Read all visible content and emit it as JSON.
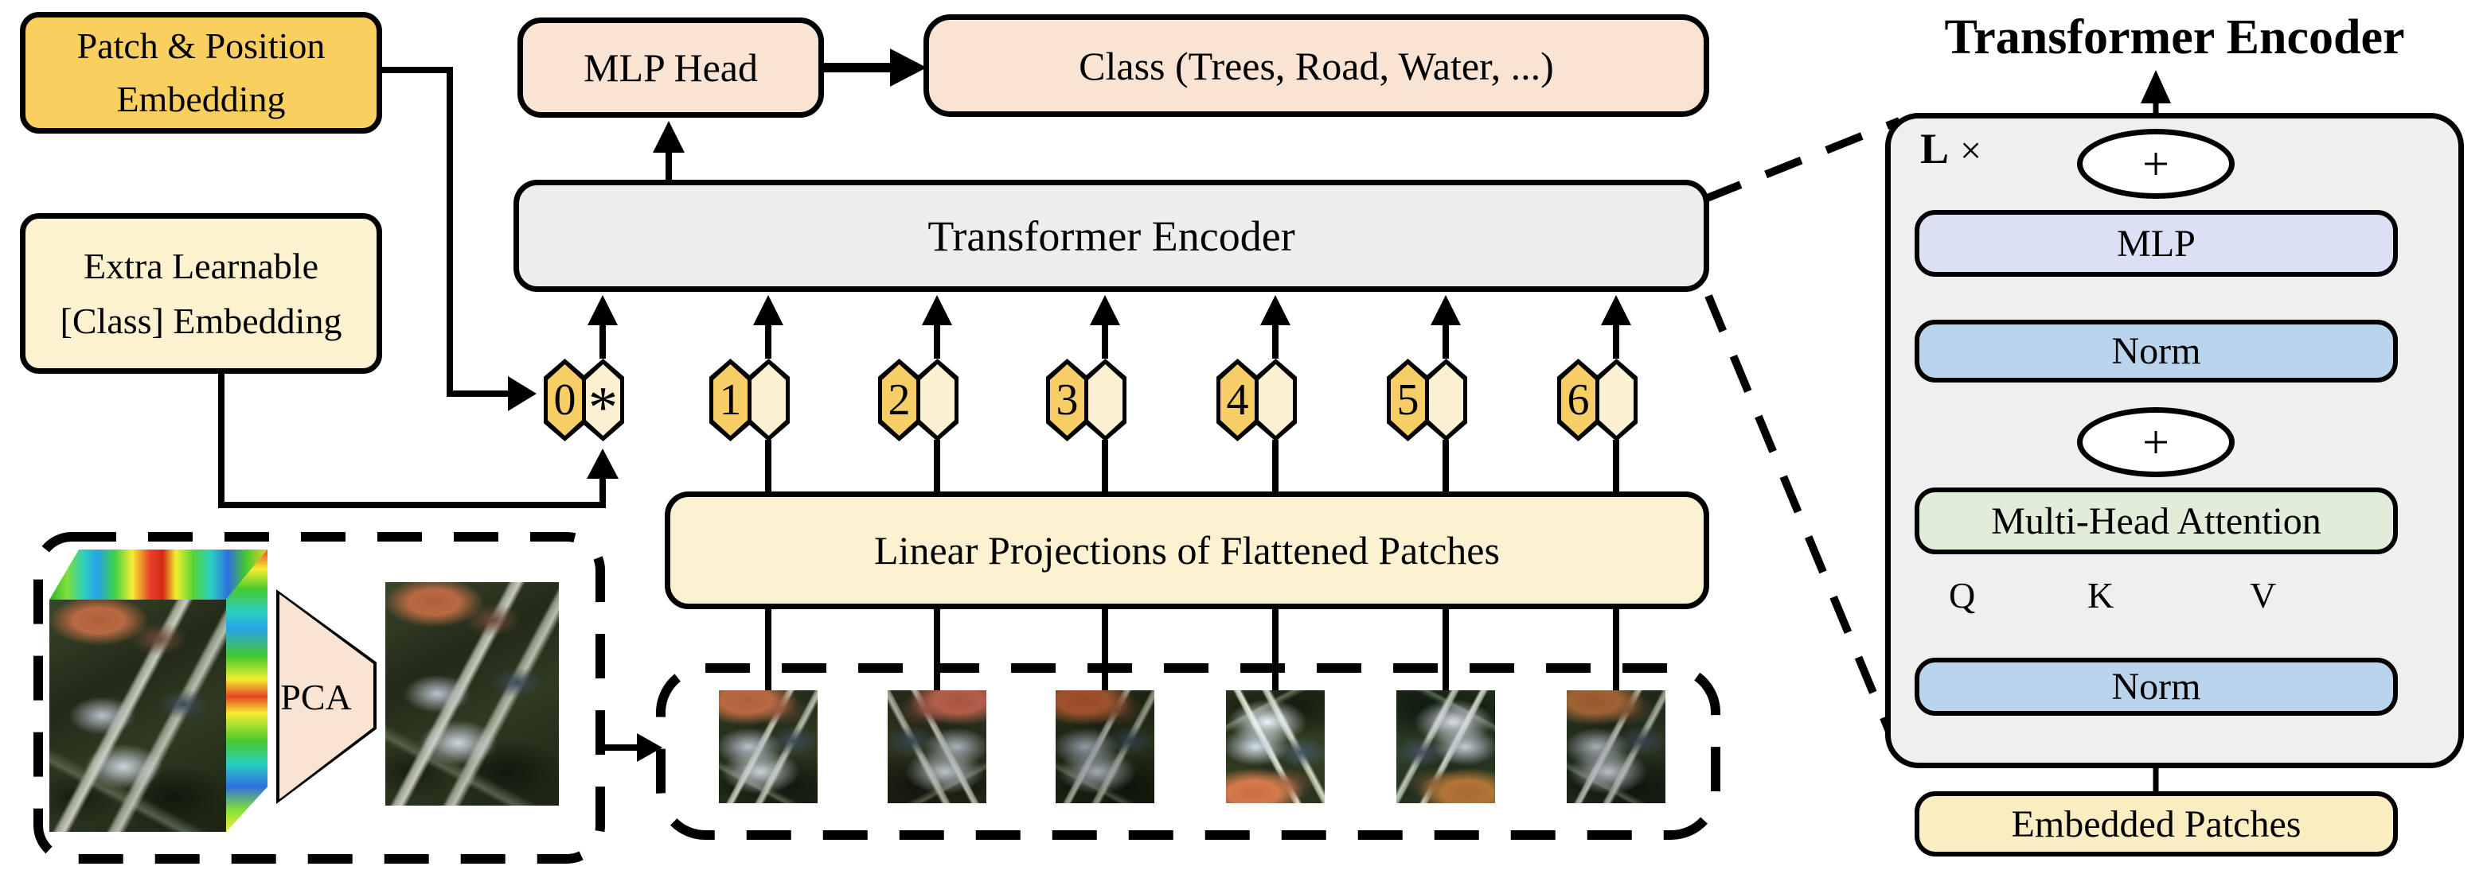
{
  "boxes": {
    "patch_position": "Patch & Position Embedding",
    "class_embedding": "Extra Learnable [Class] Embedding",
    "mlp_head": "MLP Head",
    "class_output": "Class (Trees, Road, Water, ...)",
    "transformer_encoder": "Transformer Encoder",
    "linear_projection": "Linear Projections of Flattened Patches"
  },
  "pca": {
    "label": "PCA"
  },
  "tokens": {
    "values": [
      "0",
      "1",
      "2",
      "3",
      "4",
      "5",
      "6"
    ],
    "class_symbol": "*"
  },
  "panel": {
    "title": "Transformer Encoder",
    "repeat_l": "L",
    "repeat_times": "×",
    "plus": "+",
    "mlp": "MLP",
    "norm_top": "Norm",
    "attention": "Multi-Head Attention",
    "norm_bottom": "Norm",
    "q": "Q",
    "k": "K",
    "v": "V",
    "embedded": "Embedded Patches"
  },
  "colors": {
    "gold": "#F9D05F",
    "cream": "#FCF2CF",
    "peach": "#F9E3D2",
    "gray_box": "#EEEEEF",
    "mlp_lavender": "#DCE0F4",
    "norm_blue": "#B9D4EC",
    "attention_green": "#DFEDD9",
    "embedded_cream": "#FBEDC2",
    "line": "#000000"
  }
}
